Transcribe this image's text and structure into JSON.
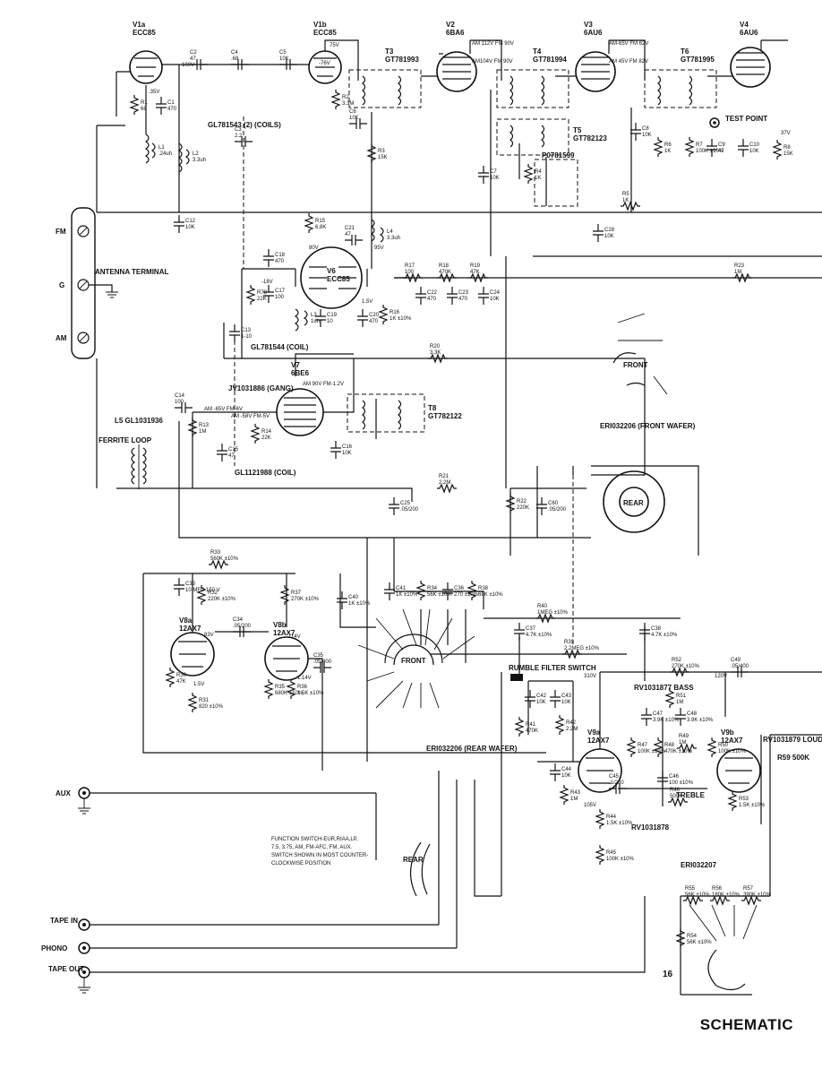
{
  "title": "SCHEMATIC",
  "tubes": [
    {
      "id": "v1a",
      "ref": "V1a",
      "type": "ECC85"
    },
    {
      "id": "v1b",
      "ref": "V1b",
      "type": "ECC85"
    },
    {
      "id": "v2",
      "ref": "V2",
      "type": "6BA6"
    },
    {
      "id": "v3",
      "ref": "V3",
      "type": "6AU6"
    },
    {
      "id": "v4",
      "ref": "V4",
      "type": "6AU6"
    },
    {
      "id": "v6",
      "ref": "V6",
      "type": "ECC85"
    },
    {
      "id": "v7",
      "ref": "V7",
      "type": "6BE6"
    },
    {
      "id": "v8a",
      "ref": "V8a",
      "type": "12AX7"
    },
    {
      "id": "v8b",
      "ref": "V8b",
      "type": "12AX7"
    },
    {
      "id": "v9a",
      "ref": "V9a",
      "type": "12AX7"
    },
    {
      "id": "v9b",
      "ref": "V9b",
      "type": "12AX7"
    }
  ],
  "transformers": [
    {
      "id": "t3",
      "ref": "T3",
      "part": "GT781993"
    },
    {
      "id": "t4",
      "ref": "T4",
      "part": "GT781994"
    },
    {
      "id": "t5",
      "ref": "T5",
      "part": "GT782123"
    },
    {
      "id": "t6",
      "ref": "T6",
      "part": "GT781995"
    },
    {
      "id": "t8",
      "ref": "T8",
      "part": "GT782122"
    }
  ],
  "components": [
    {
      "id": "r1",
      "ref": "R1",
      "value": "68"
    },
    {
      "id": "c1",
      "ref": "C1",
      "value": "470"
    },
    {
      "id": "l1",
      "ref": "L1",
      "value": ".24uh"
    },
    {
      "id": "l2",
      "ref": "L2",
      "value": "3.3uh"
    },
    {
      "id": "c2",
      "ref": "C2",
      "value": "47"
    },
    {
      "id": "c4",
      "ref": "C4",
      "value": ".68"
    },
    {
      "id": "c5",
      "ref": "C5",
      "value": "10K"
    },
    {
      "id": "r2",
      "ref": "R2",
      "value": "3.3M"
    },
    {
      "id": "c6",
      "ref": "C6",
      "value": "10K"
    },
    {
      "id": "r3",
      "ref": "R3",
      "value": "15K"
    },
    {
      "id": "c3",
      "ref": "C3",
      "value": "2.2"
    },
    {
      "id": "c12",
      "ref": "C12",
      "value": "10K"
    },
    {
      "id": "r15",
      "ref": "R15",
      "value": "6.8K"
    },
    {
      "id": "c21",
      "ref": "C21",
      "value": "47"
    },
    {
      "id": "l4",
      "ref": "L4",
      "value": "3.3uh"
    },
    {
      "id": "c18",
      "ref": "C18",
      "value": "470"
    },
    {
      "id": "c17",
      "ref": "C17",
      "value": "100"
    },
    {
      "id": "r78",
      "ref": "R78",
      "value": "22K"
    },
    {
      "id": "l3",
      "ref": "L3",
      "value": "1uh"
    },
    {
      "id": "c19",
      "ref": "C19",
      "value": "10"
    },
    {
      "id": "c20",
      "ref": "C20",
      "value": "470"
    },
    {
      "id": "r16",
      "ref": "R16",
      "value": "1K ±10%"
    },
    {
      "id": "c13",
      "ref": "C13",
      "value": "1-10"
    },
    {
      "id": "r17",
      "ref": "R17",
      "value": "100"
    },
    {
      "id": "r18",
      "ref": "R18",
      "value": "470K"
    },
    {
      "id": "r19",
      "ref": "R19",
      "value": "47K"
    },
    {
      "id": "c22",
      "ref": "C22",
      "value": "470"
    },
    {
      "id": "c23",
      "ref": "C23",
      "value": "470"
    },
    {
      "id": "c24",
      "ref": "C24",
      "value": "10K"
    },
    {
      "id": "c7",
      "ref": "C7",
      "value": "10K"
    },
    {
      "id": "r4",
      "ref": "R4",
      "value": "1K"
    },
    {
      "id": "c8",
      "ref": "C8",
      "value": "10K"
    },
    {
      "id": "r6",
      "ref": "R6",
      "value": "1K"
    },
    {
      "id": "r7",
      "ref": "R7",
      "value": "100K ±10%"
    },
    {
      "id": "c9",
      "ref": "C9",
      "value": "47"
    },
    {
      "id": "c10",
      "ref": "C10",
      "value": "10K"
    },
    {
      "id": "r8",
      "ref": "R8",
      "value": "15K"
    },
    {
      "id": "r5",
      "ref": "R5",
      "value": "1K"
    },
    {
      "id": "c28",
      "ref": "C28",
      "value": "10K"
    },
    {
      "id": "r23",
      "ref": "R23",
      "value": "1M"
    },
    {
      "id": "r20",
      "ref": "R20",
      "value": "3.3K"
    },
    {
      "id": "c14",
      "ref": "C14",
      "value": "100"
    },
    {
      "id": "r13",
      "ref": "R13",
      "value": "1M"
    },
    {
      "id": "r14",
      "ref": "R14",
      "value": "22K"
    },
    {
      "id": "c15",
      "ref": "C15",
      "value": "47"
    },
    {
      "id": "c16",
      "ref": "C16",
      "value": "10K"
    },
    {
      "id": "r21",
      "ref": "R21",
      "value": "2.2M"
    },
    {
      "id": "r22",
      "ref": "R22",
      "value": "220K"
    },
    {
      "id": "c25",
      "ref": "C25",
      "value": ".05/200"
    },
    {
      "id": "c60",
      "ref": "C60",
      "value": ".05/200"
    },
    {
      "id": "r33",
      "ref": "R33",
      "value": "560K ±10%"
    },
    {
      "id": "c33",
      "ref": "C33",
      "value": "10 MFD 150 V"
    },
    {
      "id": "r32",
      "ref": "R32",
      "value": "220K ±10%"
    },
    {
      "id": "r37",
      "ref": "R37",
      "value": "270K ±10%"
    },
    {
      "id": "c40",
      "ref": "C40",
      "value": "1K ±10%"
    },
    {
      "id": "c34",
      "ref": "C34",
      "value": ".05/200"
    },
    {
      "id": "r30",
      "ref": "R30",
      "value": "47K"
    },
    {
      "id": "r31",
      "ref": "R31",
      "value": "820 ±10%"
    },
    {
      "id": "r35",
      "ref": "R35",
      "value": "680K ±10%"
    },
    {
      "id": "r36",
      "ref": "R36",
      "value": "1.5K ±10%"
    },
    {
      "id": "c35",
      "ref": "C35",
      "value": ".05/400"
    },
    {
      "id": "c41",
      "ref": "C41",
      "value": "1K ±10%"
    },
    {
      "id": "r34",
      "ref": "R34",
      "value": "56K ±10%"
    },
    {
      "id": "c36",
      "ref": "C36",
      "value": "270 ±10%"
    },
    {
      "id": "r38",
      "ref": "R38",
      "value": "68K ±10%"
    },
    {
      "id": "r40",
      "ref": "R40",
      "value": "1MEG ±10%"
    },
    {
      "id": "c37",
      "ref": "C37",
      "value": "4.7K ±10%"
    },
    {
      "id": "c38",
      "ref": "C38",
      "value": "4.7K ±10%"
    },
    {
      "id": "r39",
      "ref": "R39",
      "value": "2.2MEG ±10%"
    },
    {
      "id": "r52",
      "ref": "R52",
      "value": "270K ±10%"
    },
    {
      "id": "c49",
      "ref": "C49",
      "value": ".05/400"
    },
    {
      "id": "c42",
      "ref": "C42",
      "value": "10K"
    },
    {
      "id": "c43",
      "ref": "C43",
      "value": "10K"
    },
    {
      "id": "r41",
      "ref": "R41",
      "value": "470K"
    },
    {
      "id": "r42",
      "ref": "R42",
      "value": "2.2M"
    },
    {
      "id": "r51",
      "ref": "R51",
      "value": "1M"
    },
    {
      "id": "c47",
      "ref": "C47",
      "value": "3.9K ±10%"
    },
    {
      "id": "c48",
      "ref": "C48",
      "value": "3.9K ±10%"
    },
    {
      "id": "r47",
      "ref": "R47",
      "value": "100K ±10%"
    },
    {
      "id": "r48",
      "ref": "R48",
      "value": "470K ±10%"
    },
    {
      "id": "r49",
      "ref": "R49",
      "value": "1M"
    },
    {
      "id": "r50",
      "ref": "R50",
      "value": "100K ±10%"
    },
    {
      "id": "c44",
      "ref": "C44",
      "value": "10K"
    },
    {
      "id": "c45",
      "ref": "C45",
      "value": ".1/200"
    },
    {
      "id": "c46",
      "ref": "C46",
      "value": "100 ±10%"
    },
    {
      "id": "r43",
      "ref": "R43",
      "value": "1M"
    },
    {
      "id": "r44",
      "ref": "R44",
      "value": "1.5K ±10%"
    },
    {
      "id": "r45",
      "ref": "R45",
      "value": "100K ±10%"
    },
    {
      "id": "r46",
      "ref": "R46",
      "value": "500K"
    },
    {
      "id": "r53",
      "ref": "R53",
      "value": "1.5K ±10%"
    },
    {
      "id": "r55",
      "ref": "R55",
      "value": "56K ±10%"
    },
    {
      "id": "r56",
      "ref": "R56",
      "value": "180K ±10%"
    },
    {
      "id": "r57",
      "ref": "R57",
      "value": "390K ±10%"
    },
    {
      "id": "r54",
      "ref": "R54",
      "value": "56K ±10%"
    }
  ],
  "text_labels": {
    "coils_t3": "GL781543 (2) (COILS)",
    "coil_l3": "GL781544 (COIL)",
    "gang": "JV1031886 (GANG)",
    "coil_l5": "GL1121988 (COIL)",
    "l5": "L5 GL1031936",
    "ferrite_loop": "FERRITE LOOP",
    "antenna_terminal": "ANTENNA TERMINAL",
    "fm": "FM",
    "g": "G",
    "am": "AM",
    "test_point": "TEST POINT",
    "p0781599": "P0781599",
    "front": "FRONT",
    "rear": "REAR",
    "front_wafer": "ERI032206 (FRONT WAFER)",
    "rear_wafer": "ERI032206 (REAR WAFER)",
    "rumble_filter": "RUMBLE FILTER SWITCH",
    "bass": "RV1031877 BASS",
    "treble": "TREBLE",
    "treble_part": "RV1031878",
    "loudness": "RV1031879 LOUDNESS",
    "r59": "R59 500K",
    "eri032207": "ERI032207",
    "function_switch": "FUNCTION SWITCH-EUR,RIAA,LP, 7.5, 3.75, AM, FM-AFC, FM, AUX. SWITCH SHOWN IN MOST COUNTER- CLOCKWISE POSITION",
    "aux": "AUX",
    "tape_in": "TAPE IN",
    "phono": "PHONO",
    "tape_out": "TAPE OUT",
    "page_mark": "16",
    "v_75": "75V",
    "v_neg76": "-76V",
    "v_35": ".35V",
    "v_100": "100V",
    "v2_am": "AM 112V FM 90V",
    "v2_am2": "AM104V FM 90V",
    "v3_am": "AM-65V FM 62V",
    "v3_am2": "AM 45V FM 82V",
    "v6_80": "80V",
    "v6_95": "95V",
    "v6_neg18": "-18V",
    "v6_15": "1.5V",
    "v7_am": "AM 90V FM-1.2V",
    "v7_am2": "AM -65V FM-6V",
    "v7_am3": "AM -58V FM-5V",
    "v8a_83": "83V",
    "v8a_15": "1.5V",
    "v8b_114": "114V",
    "v8b_114b": "1.14V",
    "v9a_105": "105V",
    "v9a_310": "310V",
    "v9b_120": "120V",
    "v_37": "37V"
  }
}
